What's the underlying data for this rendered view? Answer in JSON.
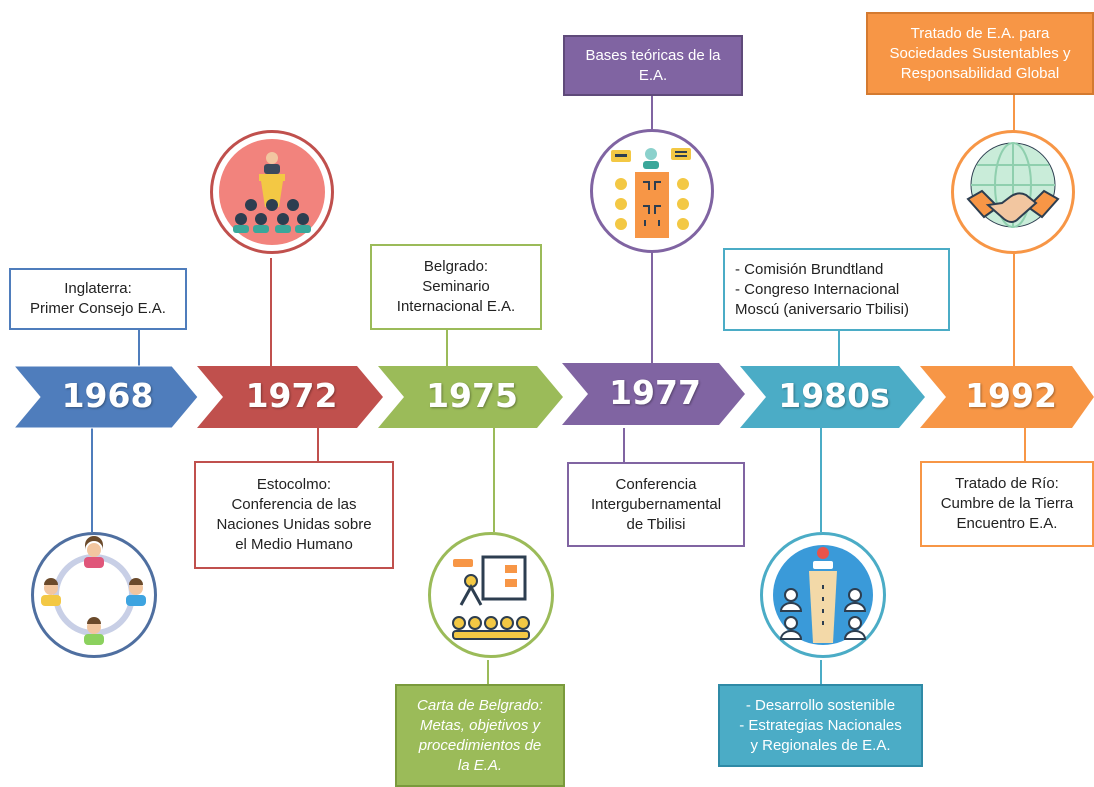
{
  "colors": {
    "c1968": "#4f7dbc",
    "c1972": "#c0504d",
    "c1975": "#9bbb59",
    "c1977": "#8064a2",
    "c1980s": "#4bacc6",
    "c1992": "#f79646"
  },
  "milestones": [
    {
      "year": "1968",
      "top_lines": [
        "Inglaterra:",
        "Primer Consejo E.A."
      ],
      "bottom_lines": [],
      "icon": "people-circle-network-icon"
    },
    {
      "year": "1972",
      "top_lines": [],
      "bottom_lines": [
        "Estocolmo:",
        "Conferencia de las",
        "Naciones Unidas sobre",
        "el Medio Humano"
      ],
      "icon": "speaker-podium-audience-icon"
    },
    {
      "year": "1975",
      "top_lines": [
        "Belgrado:",
        "Seminario",
        "Internacional E.A."
      ],
      "bottom_lines": [
        "Carta de Belgrado:",
        "Metas, objetivos y",
        "procedimientos de",
        "la E.A."
      ],
      "icon": "presentation-board-audience-icon"
    },
    {
      "year": "1977",
      "top_lines": [
        "Bases teóricas de la",
        "E.A."
      ],
      "bottom_lines": [
        "Conferencia",
        "Intergubernamental",
        "de Tbilisi"
      ],
      "icon": "conference-table-meeting-icon"
    },
    {
      "year": "1980s",
      "top_lines": [
        "- Comisión Brundtland",
        "- Congreso Internacional",
        "Moscú (aniversario Tbilisi)"
      ],
      "bottom_lines": [
        "- Desarrollo sostenible",
        "- Estrategias Nacionales",
        "y Regionales de E.A."
      ],
      "icon": "stage-speaker-audience-icon"
    },
    {
      "year": "1992",
      "top_lines": [
        "Tratado de E.A. para",
        "Sociedades Sustentables y",
        "Responsabilidad Global"
      ],
      "bottom_lines": [
        "Tratado de Río:",
        "Cumbre de la Tierra",
        "Encuentro E.A."
      ],
      "icon": "globe-handshake-icon"
    }
  ]
}
